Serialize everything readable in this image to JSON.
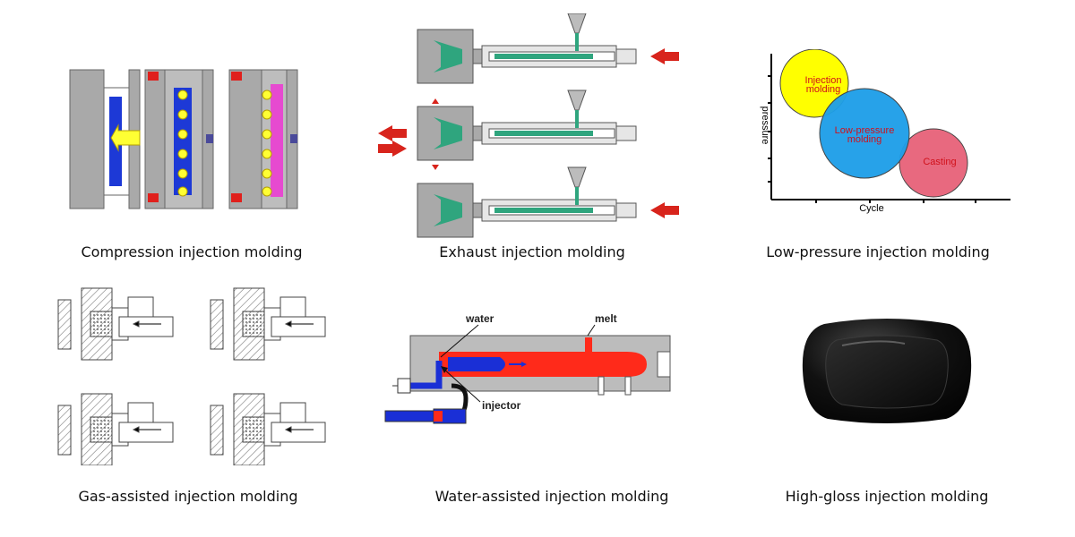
{
  "captions": {
    "compression": "Compression injection molding",
    "exhaust": "Exhaust injection molding",
    "low_pressure": "Low-pressure injection molding",
    "gas_assisted": "Gas-assisted injection molding",
    "water_assisted": "Water-assisted injection molding",
    "high_gloss": "High-gloss injection molding"
  },
  "low_pressure_chart": {
    "y_axis_label": "pressure",
    "x_axis_label": "Cycle",
    "circles": [
      {
        "label_line1": "Injection",
        "label_line2": "molding",
        "color": "#ffff00"
      },
      {
        "label_line1": "Low-pressure",
        "label_line2": "molding",
        "color": "#1e9ee8"
      },
      {
        "label_line1": "Casting",
        "label_line2": "",
        "color": "#e8697f"
      }
    ]
  },
  "water_assisted_labels": {
    "water": "water",
    "melt": "melt",
    "injector": "injector"
  },
  "colors": {
    "mold_gray": "#b8b8b8",
    "melt_red": "#ff2a1a",
    "water_blue": "#1a2fd6",
    "part_green": "#2fa57e",
    "arrow_red": "#d8241c"
  }
}
